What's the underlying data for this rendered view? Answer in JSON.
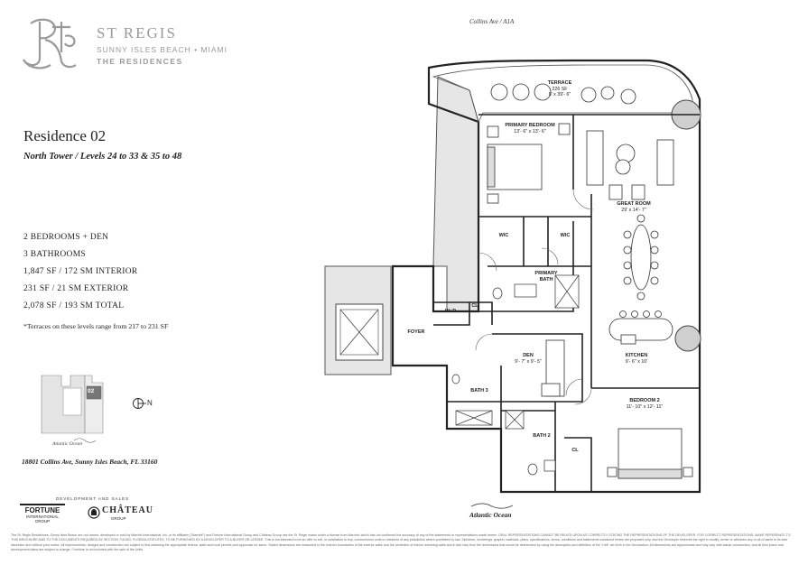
{
  "brand": {
    "name": "ST REGIS",
    "location": "SUNNY ISLES BEACH • MIAMI",
    "line": "THE RESIDENCES"
  },
  "residence": {
    "title": "Residence 02",
    "subtitle": "North Tower / Levels 24 to 33 & 35 to 48",
    "specs": [
      "2 BEDROOMS + DEN",
      "3 BATHROOMS",
      "1,847 SF / 172 SM INTERIOR",
      "231 SF / 21 SM EXTERIOR",
      "2,078 SF / 193 SM TOTAL"
    ],
    "footnote": "*Terraces on these levels range from 217 to 231 SF",
    "address": "18801 Collins Ave, Sunny Isles Beach, FL 33160"
  },
  "keyplan": {
    "unit_label": "02",
    "caption": "Atlantic Ocean",
    "north": "N"
  },
  "plan": {
    "street": "Collins Ave / A1A",
    "ocean": "Atlantic Ocean",
    "rooms": {
      "terrace": {
        "name": "TERRACE",
        "area": "226 SF",
        "dim": "8' x 39'- 6\""
      },
      "primary_bedroom": {
        "name": "PRIMARY BEDROOM",
        "dim": "13'- 6\" x 13'- 6\""
      },
      "great_room": {
        "name": "GREAT ROOM",
        "dim": "29' x 14'- 7\""
      },
      "wic_1": {
        "name": "WIC"
      },
      "wic_2": {
        "name": "WIC"
      },
      "primary_bath": {
        "name": "PRIMARY BATH"
      },
      "wd": {
        "name": "W+D"
      },
      "cl_1": {
        "name": "CL"
      },
      "foyer": {
        "name": "FOYER"
      },
      "den": {
        "name": "DEN",
        "dim": "9'- 7\" x 9'- 5\""
      },
      "kitchen": {
        "name": "KITCHEN",
        "dim": "9'- 6\" x 10'"
      },
      "bath_3": {
        "name": "BATH 3"
      },
      "bath_2": {
        "name": "BATH 2"
      },
      "cl_2": {
        "name": "CL"
      },
      "bedroom_2": {
        "name": "BEDROOM 2",
        "dim": "11'- 10\" x 12'- 11\""
      }
    }
  },
  "developers": {
    "label": "DEVELOPMENT AND SALES",
    "fortune": {
      "name": "FORTUNE",
      "sub": "INTERNATIONAL GROUP"
    },
    "chateau": {
      "name": "CHÂTEAU",
      "sub": "GROUP"
    }
  },
  "disclaimer": "The St. Regis Residences, Sunny Isles Beach are not owned, developed or sold by Marriott International, Inc. or its affiliates (\"Marriott\") and Fortune International Group and Château Group use the St. Regis marks under a license from Marriott, which has not confirmed the accuracy of any of the statements or representations made herein. ORAL REPRESENTATIONS CANNOT BE RELIED UPON AS CORRECTLY STATING THE REPRESENTATIONS OF THE DEVELOPER. FOR CORRECT REPRESENTATIONS, MAKE REFERENCE TO THIS BROCHURE AND TO THE DOCUMENTS REQUIRED BY SECTION 718.503, FLORIDA STATUTES, TO BE FURNISHED BY A DEVELOPER TO A BUYER OR LESSEE. This is not intended to be an offer to sell, or solicitation to buy, condominium units to residents of any jurisdiction where prohibited by law. Sketches, renderings, graphic materials, plans, specifications, terms, conditions and statements contained herein are proposed only, and the Developer reserves the right to modify, revise or withdraw any or all of same in its sole discretion and without prior notice. All improvements, designs and construction are subject to first obtaining the appropriate federal, state and local permits and approvals for same. Stated dimensions are measured to the exterior boundaries of the exterior walls and the centerline of interior demising walls and in fact vary from the dimensions that would be determined by using the description and definition of the \"Unit\" set forth in the Declaration. All dimensions are approximate and may vary with actual construction, and all floor plans and development plans are subject to change. Furniture is not included with the sale of the Units."
}
